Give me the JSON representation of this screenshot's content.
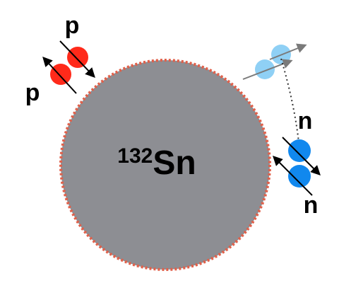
{
  "nucleus": {
    "mass_number": "132",
    "symbol": "Sn"
  },
  "proton_pair": {
    "label_top": "p",
    "label_bottom": "p"
  },
  "neutron_pair": {
    "label_top": "n",
    "label_bottom": "n"
  },
  "colors": {
    "nucleus_fill": "#8d8e93",
    "nucleus_border": "#e0604a",
    "proton": "#ff2a1a",
    "neutron": "#1188ee",
    "neutron_faded": "#8fd0f5",
    "arrow_dark": "#000000",
    "arrow_faded": "#7a7a7a"
  }
}
